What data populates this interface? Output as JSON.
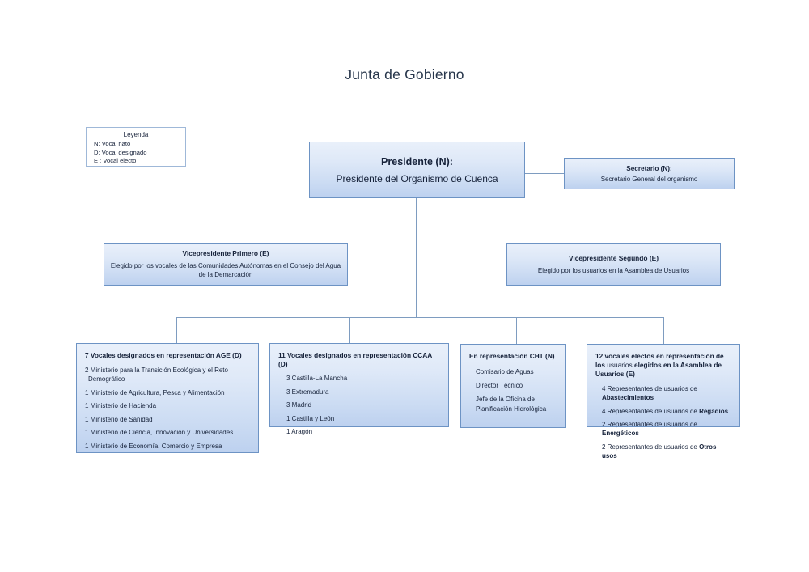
{
  "title": "Junta de Gobierno",
  "legend": {
    "title": "Leyenda",
    "rows": [
      "N: Vocal nato",
      "D: Vocal designado",
      "E : Vocal electo"
    ]
  },
  "nodes": {
    "presidente": {
      "header": "Presidente (N):",
      "subtitle": "Presidente del Organismo de Cuenca"
    },
    "secretario": {
      "header": "Secretario (N):",
      "subtitle": "Secretario General del organismo"
    },
    "vicepresidente_primero": {
      "header": "Vicepresidente Primero (E)",
      "subtitle": "Elegido por los vocales de las Comunidades Autónomas en el Consejo del Agua de la Demarcación"
    },
    "vicepresidente_segundo": {
      "header": "Vicepresidente Segundo (E)",
      "subtitle": "Elegido por los usuarios en la Asamblea de Usuarios"
    },
    "age": {
      "header": "7 Vocales designados en representación AGE  (D)",
      "items": [
        "2 Ministerio para la Transición Ecológica y el Reto Demográfico",
        "1 Ministerio de Agricultura, Pesca y Alimentación",
        "1 Ministerio de Hacienda",
        "1 Ministerio de Sanidad",
        "1 Ministerio de Ciencia, Innovación y   Universidades",
        "1 Ministerio de Economía, Comercio y Empresa"
      ]
    },
    "ccaa": {
      "header": "11 Vocales designados en representación CCAA (D)",
      "items": [
        "3 Castilla-La Mancha",
        "3 Extremadura",
        "3 Madrid",
        "1 Castilla y León",
        "1 Aragón"
      ]
    },
    "cht": {
      "header": "En representación CHT (N)",
      "items": [
        "Comisario de Aguas",
        "Director Técnico",
        "Jefe de la Oficina de Planificación Hidrológica"
      ]
    },
    "usuarios": {
      "header_plain_1": "12 vocales electos en representación de los ",
      "header_light": "usuarios",
      "header_plain_2": "elegidos en la Asamblea de Usuarios (E)",
      "items": [
        {
          "prefix": "4 Representantes de usuarios de ",
          "strong": "Abastecimientos"
        },
        {
          "prefix": "4 Representantes de usuarios de ",
          "strong": "Regadíos"
        },
        {
          "prefix": "2 Representantes de usuarios de ",
          "strong": "Energéticos"
        },
        {
          "prefix": "2 Representantes de usuarios de ",
          "strong": "Otros usos"
        }
      ]
    }
  },
  "colors": {
    "box_border": "#6d93c4",
    "connector": "#7e9cc0",
    "title_text": "#27364b",
    "box_fill_top": "#e9f0fa",
    "box_fill_bottom": "#bdd1ef"
  }
}
